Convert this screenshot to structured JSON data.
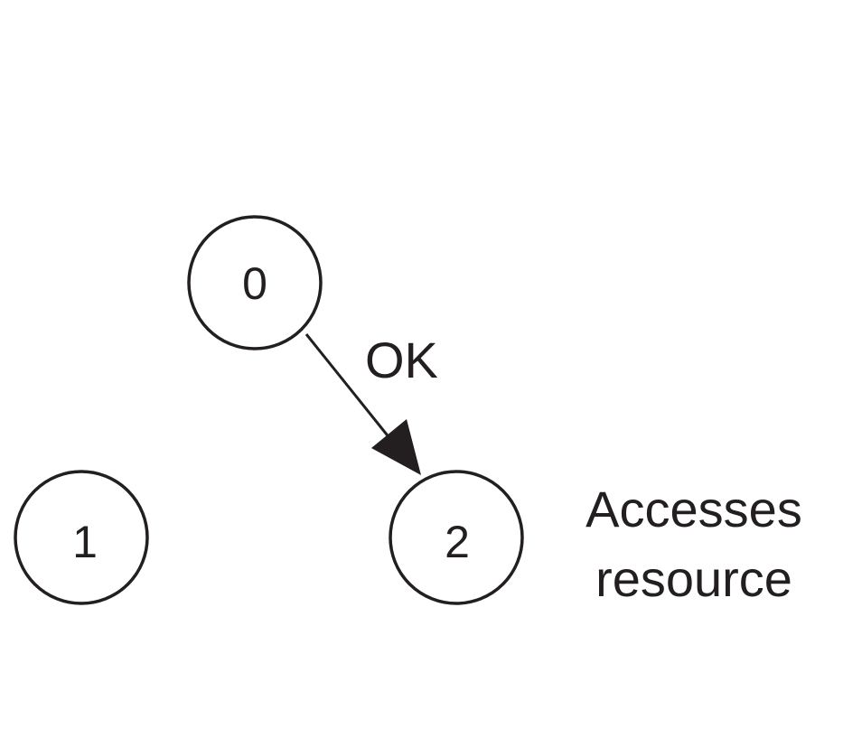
{
  "nodes": [
    {
      "id": "0",
      "label": "0"
    },
    {
      "id": "1",
      "label": "1"
    },
    {
      "id": "2",
      "label": "2"
    }
  ],
  "edges": [
    {
      "from": "0",
      "to": "2",
      "label": "OK"
    }
  ],
  "annotation": {
    "line1": "Accesses",
    "line2": "resource"
  },
  "colors": {
    "stroke": "#231f20",
    "background": "#ffffff"
  }
}
